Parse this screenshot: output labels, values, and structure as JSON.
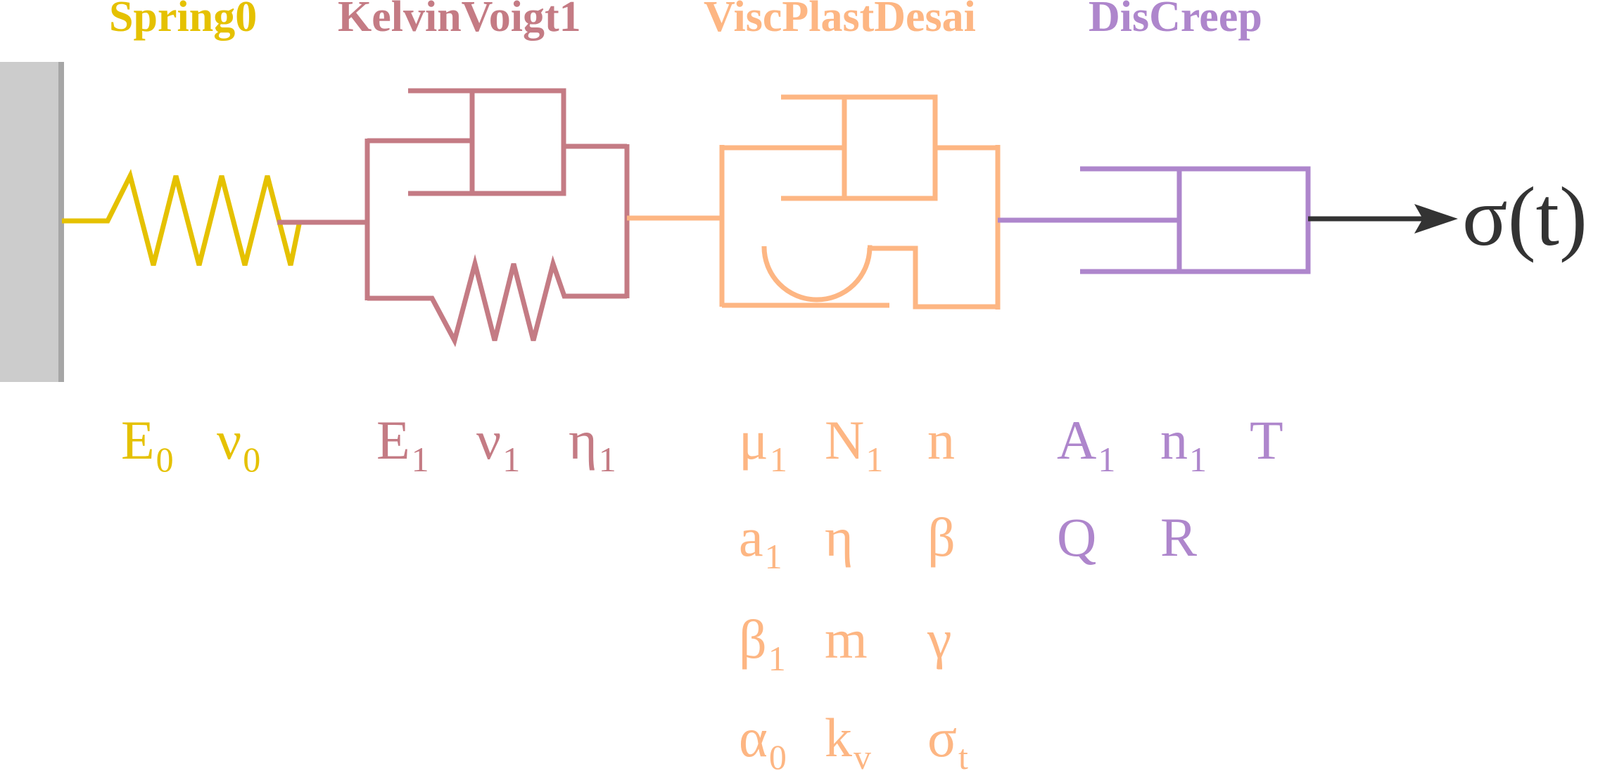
{
  "colors": {
    "spring0": "#E5C100",
    "kelvin": "#C47B84",
    "visc": "#FDB683",
    "creep": "#AE86CC",
    "output": "#333333",
    "wall": "#CCCCCC",
    "wall_edge": "#A6A6A6"
  },
  "elements": {
    "spring0": {
      "title": "Spring0",
      "params": [
        {
          "base": "E",
          "sub": "0"
        },
        {
          "base": "ν",
          "sub": "0"
        }
      ]
    },
    "kelvin": {
      "title": "KelvinVoigt1",
      "params": [
        {
          "base": "E",
          "sub": "1"
        },
        {
          "base": "ν",
          "sub": "1"
        },
        {
          "base": "η",
          "sub": "1"
        }
      ]
    },
    "visc": {
      "title": "ViscPlastDesai",
      "params": [
        {
          "base": "μ",
          "sub": "1"
        },
        {
          "base": "N",
          "sub": "1"
        },
        {
          "base": "n",
          "sub": ""
        },
        {
          "base": "a",
          "sub": "1"
        },
        {
          "base": "η",
          "sub": ""
        },
        {
          "base": "β",
          "sub": ""
        },
        {
          "base": "β",
          "sub": "1"
        },
        {
          "base": "m",
          "sub": ""
        },
        {
          "base": "γ",
          "sub": ""
        },
        {
          "base": "α",
          "sub": "0"
        },
        {
          "base": "k",
          "sub": "v"
        },
        {
          "base": "σ",
          "sub": "t"
        }
      ]
    },
    "creep": {
      "title": "DisCreep",
      "params": [
        {
          "base": "A",
          "sub": "1"
        },
        {
          "base": "n",
          "sub": "1"
        },
        {
          "base": "T",
          "sub": ""
        },
        {
          "base": "Q",
          "sub": ""
        },
        {
          "base": "R",
          "sub": ""
        }
      ]
    }
  },
  "output_label": "σ(t)"
}
